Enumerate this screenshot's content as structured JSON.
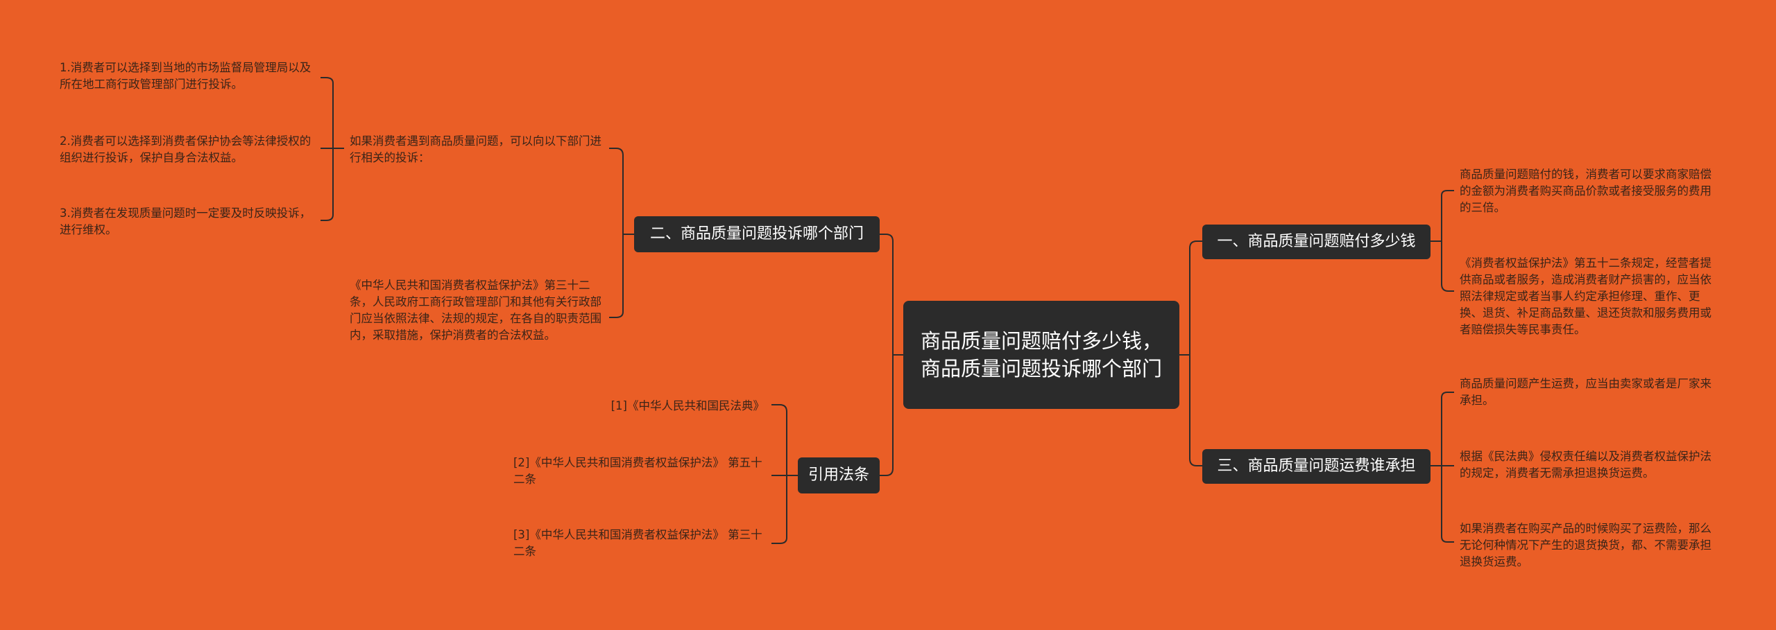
{
  "root": {
    "title": "商品质量问题赔付多少钱，商品质量问题投诉哪个部门"
  },
  "branches": {
    "b1": "一、商品质量问题赔付多少钱",
    "b2": "二、商品质量问题投诉哪个部门",
    "b3": "三、商品质量问题运费谁承担",
    "refs": "引用法条"
  },
  "leaves": {
    "b1": [
      "商品质量问题赔付的钱，消费者可以要求商家赔偿的金额为消费者购买商品价款或者接受服务的费用的三倍。",
      "《消费者权益保护法》第五十二条规定，经营者提供商品或者服务，造成消费者财产损害的，应当依照法律规定或者当事人约定承担修理、重作、更换、退货、补足商品数量、退还货款和服务费用或者赔偿损失等民事责任。"
    ],
    "b2": {
      "intro": "如果消费者遇到商品质量问题，可以向以下部门进行相关的投诉：",
      "sub": [
        "1.消费者可以选择到当地的市场监督局管理局以及所在地工商行政管理部门进行投诉。",
        "2.消费者可以选择到消费者保护协会等法律授权的组织进行投诉，保护自身合法权益。",
        "3.消费者在发现质量问题时一定要及时反映投诉，进行维权。"
      ],
      "law": "《中华人民共和国消费者权益保护法》第三十二条，人民政府工商行政管理部门和其他有关行政部门应当依照法律、法规的规定，在各自的职责范围内，采取措施，保护消费者的合法权益。"
    },
    "b3": [
      "商品质量问题产生运费，应当由卖家或者是厂家来承担。",
      "根据《民法典》侵权责任编以及消费者权益保护法的规定，消费者无需承担退换货运费。",
      "如果消费者在购买产品的时候购买了运费险，那么无论何种情况下产生的退货换货，都、不需要承担退换货运费。"
    ],
    "refs": [
      "[1]《中华人民共和国民法典》",
      "[2]《中华人民共和国消费者权益保护法》 第五十二条",
      "[3]《中华人民共和国消费者权益保护法》 第三十二条"
    ]
  },
  "colors": {
    "background": "#EA5E26",
    "node": "#2B2B2B",
    "line": "#2B2B2B",
    "leaf_text": "#3A2418"
  }
}
